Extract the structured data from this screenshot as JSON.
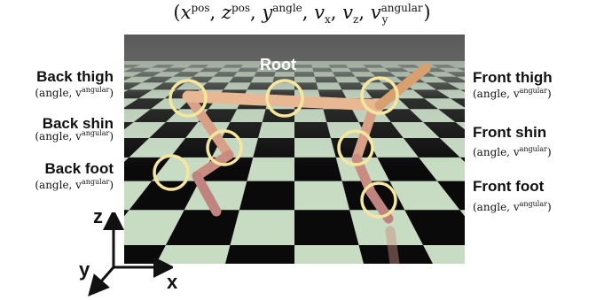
{
  "formula": {
    "open": "(",
    "x_var": "x",
    "x_sup": "pos",
    "z_var": "z",
    "z_sup": "pos",
    "y_var": "y",
    "y_sup": "angle",
    "vx_var": "v",
    "vx_sub": "x",
    "vz_var": "v",
    "vz_sub": "z",
    "vy_var": "v",
    "vy_sub": "y",
    "vy_sup": "angular",
    "sep": ", ",
    "close": ")"
  },
  "root_label": "Root",
  "parts": {
    "back_thigh": {
      "label": "Back thigh",
      "sub_pre": "(angle, v",
      "sub_sup": "angular",
      "sub_post": ")"
    },
    "back_shin": {
      "label": "Back shin",
      "sub_pre": "(angle, v",
      "sub_sup": "angular",
      "sub_post": ")"
    },
    "back_foot": {
      "label": "Back foot",
      "sub_pre": "(angle, v",
      "sub_sup": "angular",
      "sub_post": ")"
    },
    "front_thigh": {
      "label": "Front thigh",
      "sub_pre": "(angle, v",
      "sub_sup": "angular",
      "sub_post": ")"
    },
    "front_shin": {
      "label": "Front shin",
      "sub_pre": "(angle, v",
      "sub_sup": "angular",
      "sub_post": ")"
    },
    "front_foot": {
      "label": "Front foot",
      "sub_pre": "(angle, v",
      "sub_sup": "angular",
      "sub_post": ")"
    }
  },
  "axes": {
    "z": "z",
    "y": "y",
    "x": "x"
  },
  "colors": {
    "sky_top": "#5a5a5a",
    "sky_bottom": "#a8a8a8",
    "floor_light": "#c8dcc4",
    "floor_dark": "#0a0a0a",
    "body": "#e8b894",
    "leg": "#c88c80",
    "circle": "#f7e6a0"
  }
}
